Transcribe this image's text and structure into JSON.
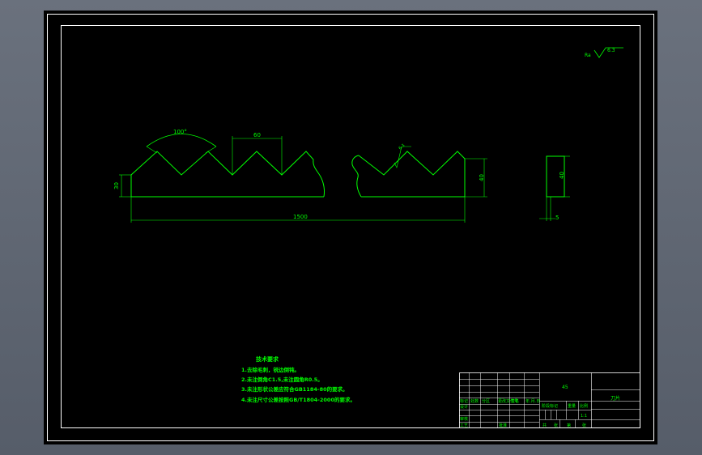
{
  "colors": {
    "background": "#5f6774",
    "sheet": "#000000",
    "frame": "#ffffff",
    "geometry": "#00ff00"
  },
  "roughness": {
    "symbol_label": "Ra",
    "general_value": "6.3",
    "local_value": "6.3"
  },
  "dimensions": {
    "angle": "100°",
    "pitch": "60",
    "left_height": "30",
    "right_height": "40",
    "overall_length": "1500",
    "side_height": "40",
    "thickness": "5"
  },
  "notes": {
    "title": "技术要求",
    "items": [
      "1.去除毛刺，锐边倒钝。",
      "2.未注倒角C1.5,未注圆角R0.5。",
      "3.未注形状公差应符合GB1184-80的要求。",
      "4.未注尺寸公差按照GB/T1804-2000的要求。"
    ]
  },
  "title_block": {
    "material": "45",
    "part_name": "刀片",
    "row_mark": "标记",
    "row_design": "设计",
    "row_review": "审核",
    "row_process": "工艺",
    "row_approve": "批准",
    "col_sign": "签名",
    "col_date": "年.月.日",
    "col_division": "分区",
    "col_doc_no": "更改文件号",
    "col_count": "处数",
    "stage_mark": "阶段标记",
    "weight": "重量",
    "scale": "比例",
    "scale_value": "1:1",
    "sheets_total": "共",
    "sheet_no": "第",
    "sheet_label": "张"
  }
}
